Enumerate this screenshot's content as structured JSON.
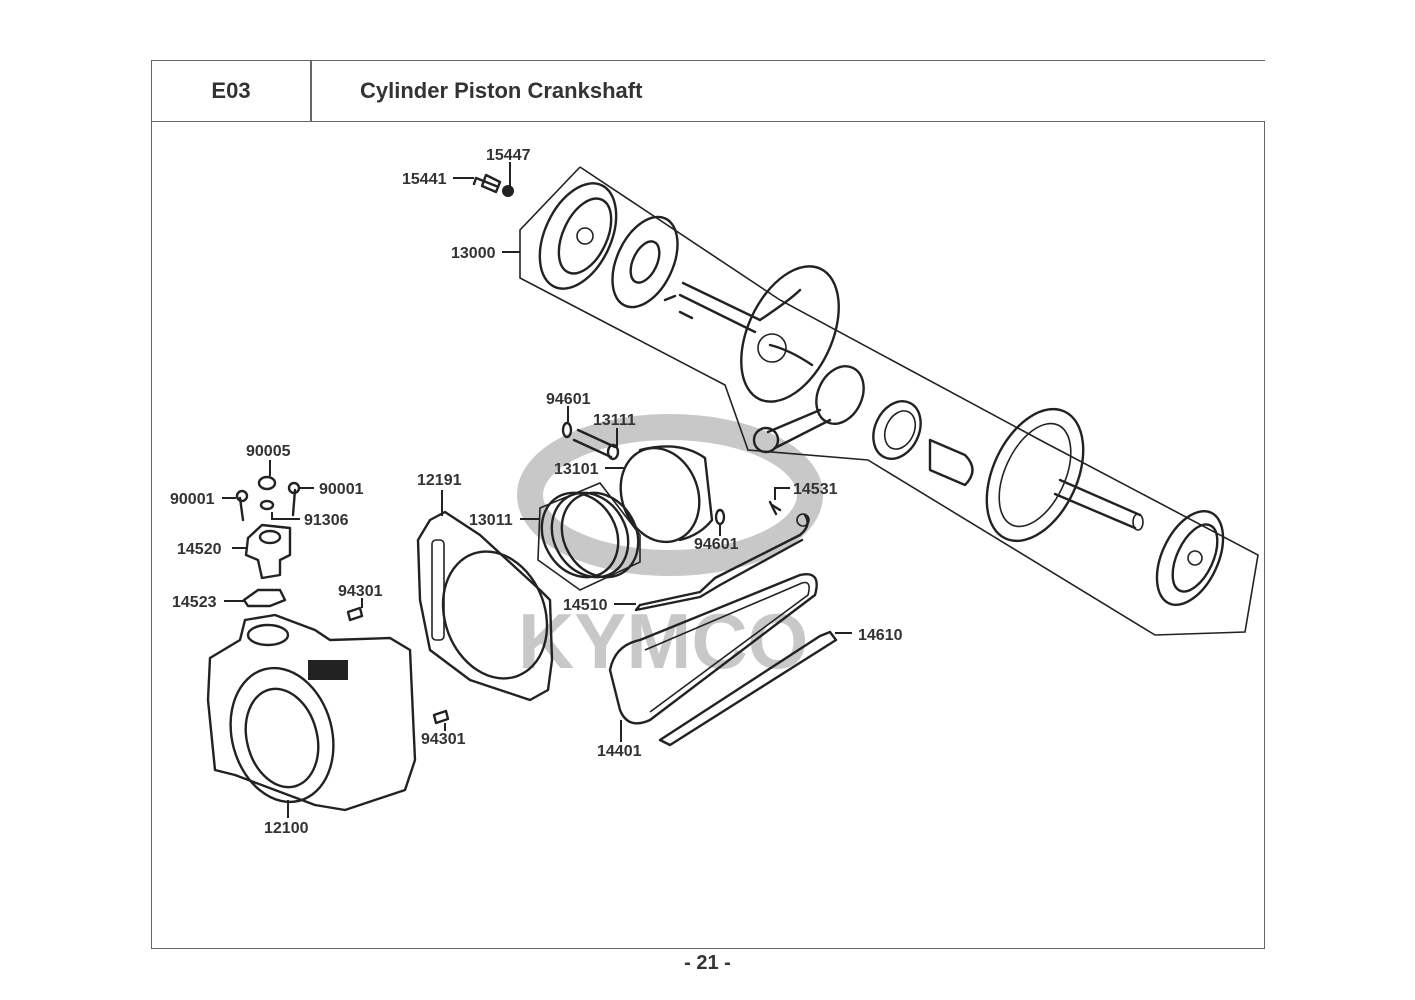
{
  "header": {
    "section_code": "E03",
    "title": "Cylinder  Piston  Crankshaft"
  },
  "watermark": {
    "brand": "KYMCO"
  },
  "footer": {
    "page_number": "- 21 -"
  },
  "parts": [
    {
      "id": "15441",
      "name": "bolt"
    },
    {
      "id": "15447",
      "name": "ball"
    },
    {
      "id": "13000",
      "name": "crankshaft-assembly"
    },
    {
      "id": "94601",
      "name": "piston-pin-clip-top"
    },
    {
      "id": "13111",
      "name": "piston-pin"
    },
    {
      "id": "13101",
      "name": "piston"
    },
    {
      "id": "13011",
      "name": "piston-ring-set"
    },
    {
      "id": "94601",
      "name": "piston-pin-clip-bottom"
    },
    {
      "id": "14531",
      "name": "tensioner-bolt"
    },
    {
      "id": "14510",
      "name": "chain-tensioner-arm"
    },
    {
      "id": "14610",
      "name": "chain-guide"
    },
    {
      "id": "14401",
      "name": "cam-chain"
    },
    {
      "id": "12191",
      "name": "cylinder-gasket"
    },
    {
      "id": "90005",
      "name": "tensioner-cap-bolt"
    },
    {
      "id": "90001",
      "name": "bolt-left"
    },
    {
      "id": "90001",
      "name": "bolt-right"
    },
    {
      "id": "91306",
      "name": "o-ring"
    },
    {
      "id": "14520",
      "name": "cam-chain-tensioner"
    },
    {
      "id": "14523",
      "name": "tensioner-gasket"
    },
    {
      "id": "94301",
      "name": "dowel-pin-top"
    },
    {
      "id": "94301",
      "name": "dowel-pin-bottom"
    },
    {
      "id": "12100",
      "name": "cylinder"
    }
  ]
}
